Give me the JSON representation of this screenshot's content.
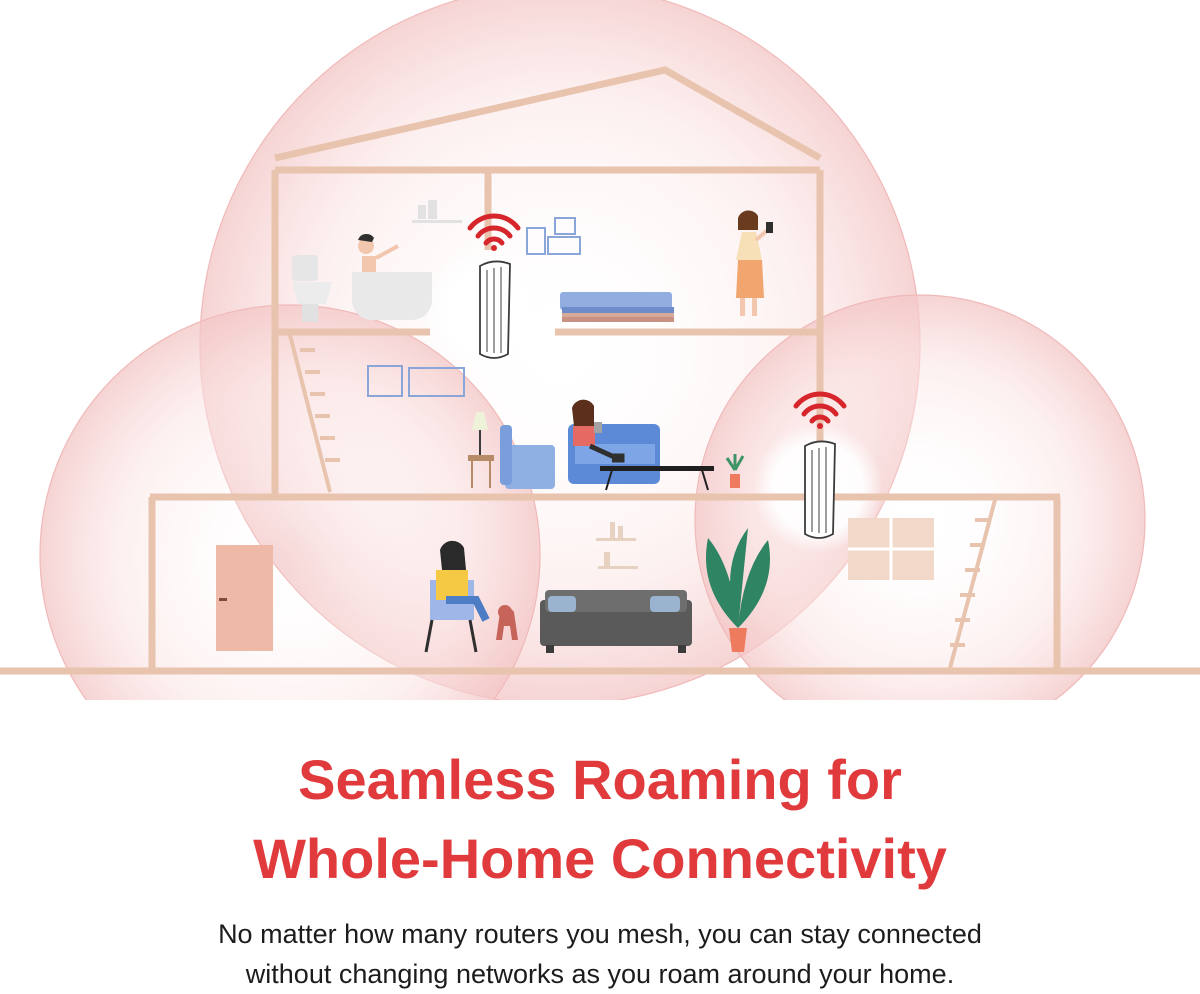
{
  "headline": {
    "line1": "Seamless Roaming for",
    "line2": "Whole-Home Connectivity"
  },
  "body": {
    "line1": "No matter how many routers you mesh, you can stay connected",
    "line2": "without changing networks as you roam around your home."
  },
  "colors": {
    "accent": "#e03a3c",
    "house_line": "#e9c6b3",
    "coverage": "#f8d4d4",
    "text": "#1c1c1c"
  },
  "icons": {
    "router": "mesh-router-icon",
    "wifi": "wifi-signal-icon"
  }
}
